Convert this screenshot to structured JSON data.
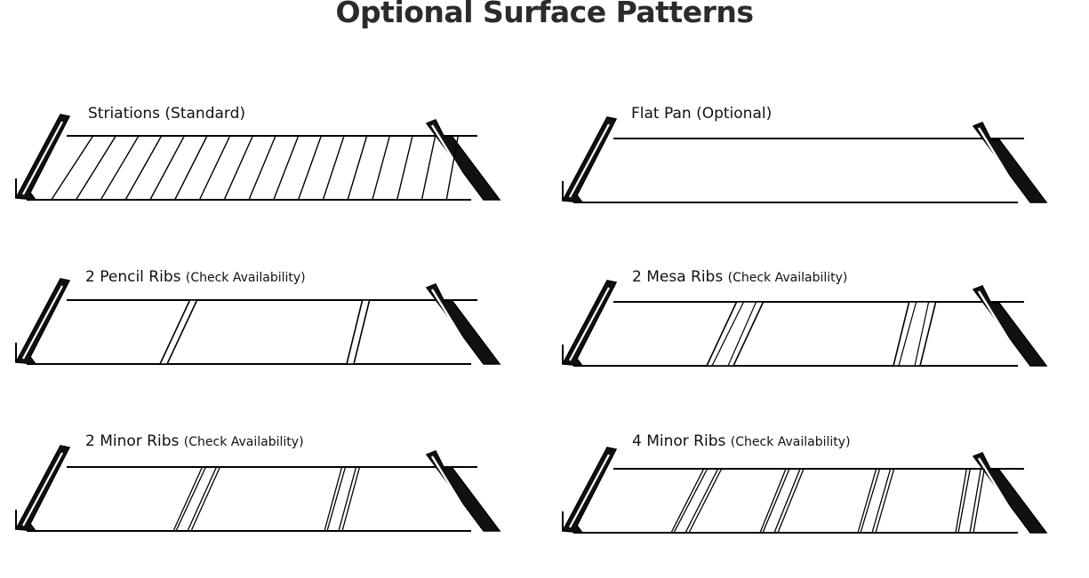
{
  "title": "Optional Surface Patterns",
  "panels": [
    {
      "id": "striations",
      "name": "Striations",
      "note": "(Standard)",
      "pattern": "striations"
    },
    {
      "id": "flat-pan",
      "name": "Flat Pan",
      "note": "(Optional)",
      "pattern": "flat"
    },
    {
      "id": "pencil-ribs-2",
      "name": "2 Pencil Ribs",
      "note": "(Check Availability)",
      "pattern": "pencil",
      "rib_count": 2
    },
    {
      "id": "mesa-ribs-2",
      "name": "2 Mesa Ribs",
      "note": "(Check Availability)",
      "pattern": "mesa",
      "rib_count": 2
    },
    {
      "id": "minor-ribs-2",
      "name": "2 Minor Ribs",
      "note": "(Check Availability)",
      "pattern": "minor",
      "rib_count": 2
    },
    {
      "id": "minor-ribs-4",
      "name": "4 Minor Ribs",
      "note": "(Check Availability)",
      "pattern": "minor",
      "rib_count": 4
    }
  ]
}
